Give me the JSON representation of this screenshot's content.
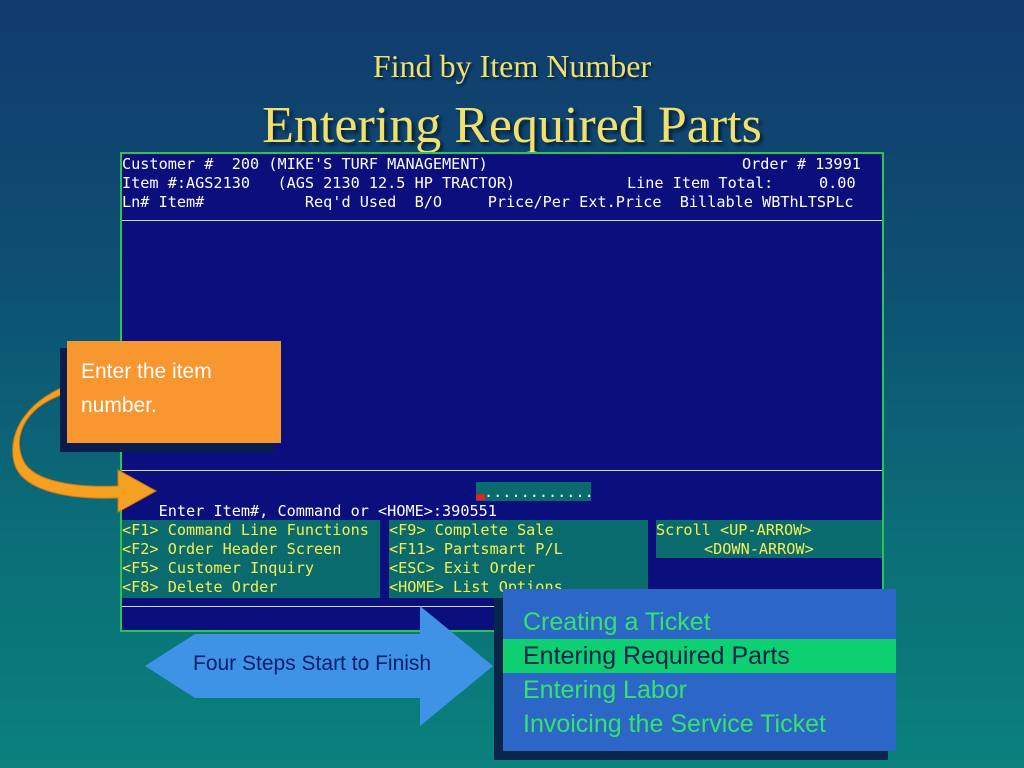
{
  "slide": {
    "subtitle": "Find by Item Number",
    "title": "Entering Required Parts"
  },
  "terminal": {
    "header": {
      "customer": "Customer #  200 (MIKE'S TURF MANAGEMENT)",
      "order": "Order # 13991",
      "item": "Item #:AGS2130   (AGS 2130 12.5 HP TRACTOR)",
      "line_total": "Line Item Total:     0.00",
      "columns": "Ln# Item#           Req'd Used  B/O     Price/Per Ext.Price  Billable WBThLTSPLc"
    },
    "prompt": {
      "label": "Enter Item#, Command or <HOME>:",
      "value": "390551",
      "placeholder": "............"
    },
    "function_keys_left": [
      "<F1> Command Line Functions",
      "<F2> Order Header Screen",
      "<F5> Customer Inquiry",
      "<F8> Delete Order"
    ],
    "function_keys_mid": [
      "<F9> Complete Sale",
      "<F11> Partsmart P/L",
      "<ESC> Exit Order",
      "<HOME> List Options"
    ],
    "scroll": {
      "up": "Scroll <UP-ARROW>",
      "down": "<DOWN-ARROW>"
    }
  },
  "callout": {
    "text": "Enter the item number."
  },
  "process": {
    "label": "Four Steps Start to Finish",
    "steps": [
      "Creating a Ticket",
      "Entering Required Parts",
      "Entering Labor",
      "Invoicing the Service Ticket"
    ],
    "active_index": 1
  },
  "colors": {
    "title": "#f2e06a",
    "terminal_bg": "#0b0f7e",
    "function_key_text": "#f7ef50",
    "callout_bg": "#f8962f",
    "steps_bg": "#2c67c8",
    "step_text": "#35e36a",
    "active_step_bg": "#0dd070",
    "arrow": "#3f93e6"
  }
}
